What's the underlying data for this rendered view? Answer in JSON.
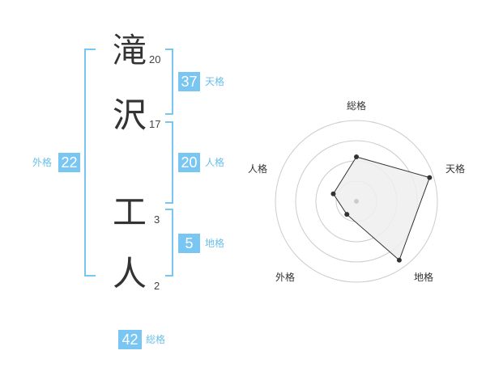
{
  "name": {
    "characters": [
      {
        "char": "滝",
        "strokes": "20"
      },
      {
        "char": "沢",
        "strokes": "17"
      },
      {
        "char": "工",
        "strokes": "3"
      },
      {
        "char": "人",
        "strokes": "2"
      }
    ]
  },
  "kaku": {
    "ten": {
      "value": "37",
      "label": "天格"
    },
    "jin": {
      "value": "20",
      "label": "人格"
    },
    "chi": {
      "value": "5",
      "label": "地格"
    },
    "gai": {
      "value": "22",
      "label": "外格"
    },
    "sou": {
      "value": "42",
      "label": "総格"
    }
  },
  "chart_data": {
    "type": "radar",
    "axes": [
      "総格",
      "天格",
      "地格",
      "外格",
      "人格"
    ],
    "values": [
      0.55,
      0.95,
      0.9,
      0.2,
      0.3
    ],
    "rings": 4,
    "colors": {
      "fill": "#efefef",
      "line": "#333333",
      "grid": "#cccccc",
      "center": "#cccccc"
    }
  }
}
